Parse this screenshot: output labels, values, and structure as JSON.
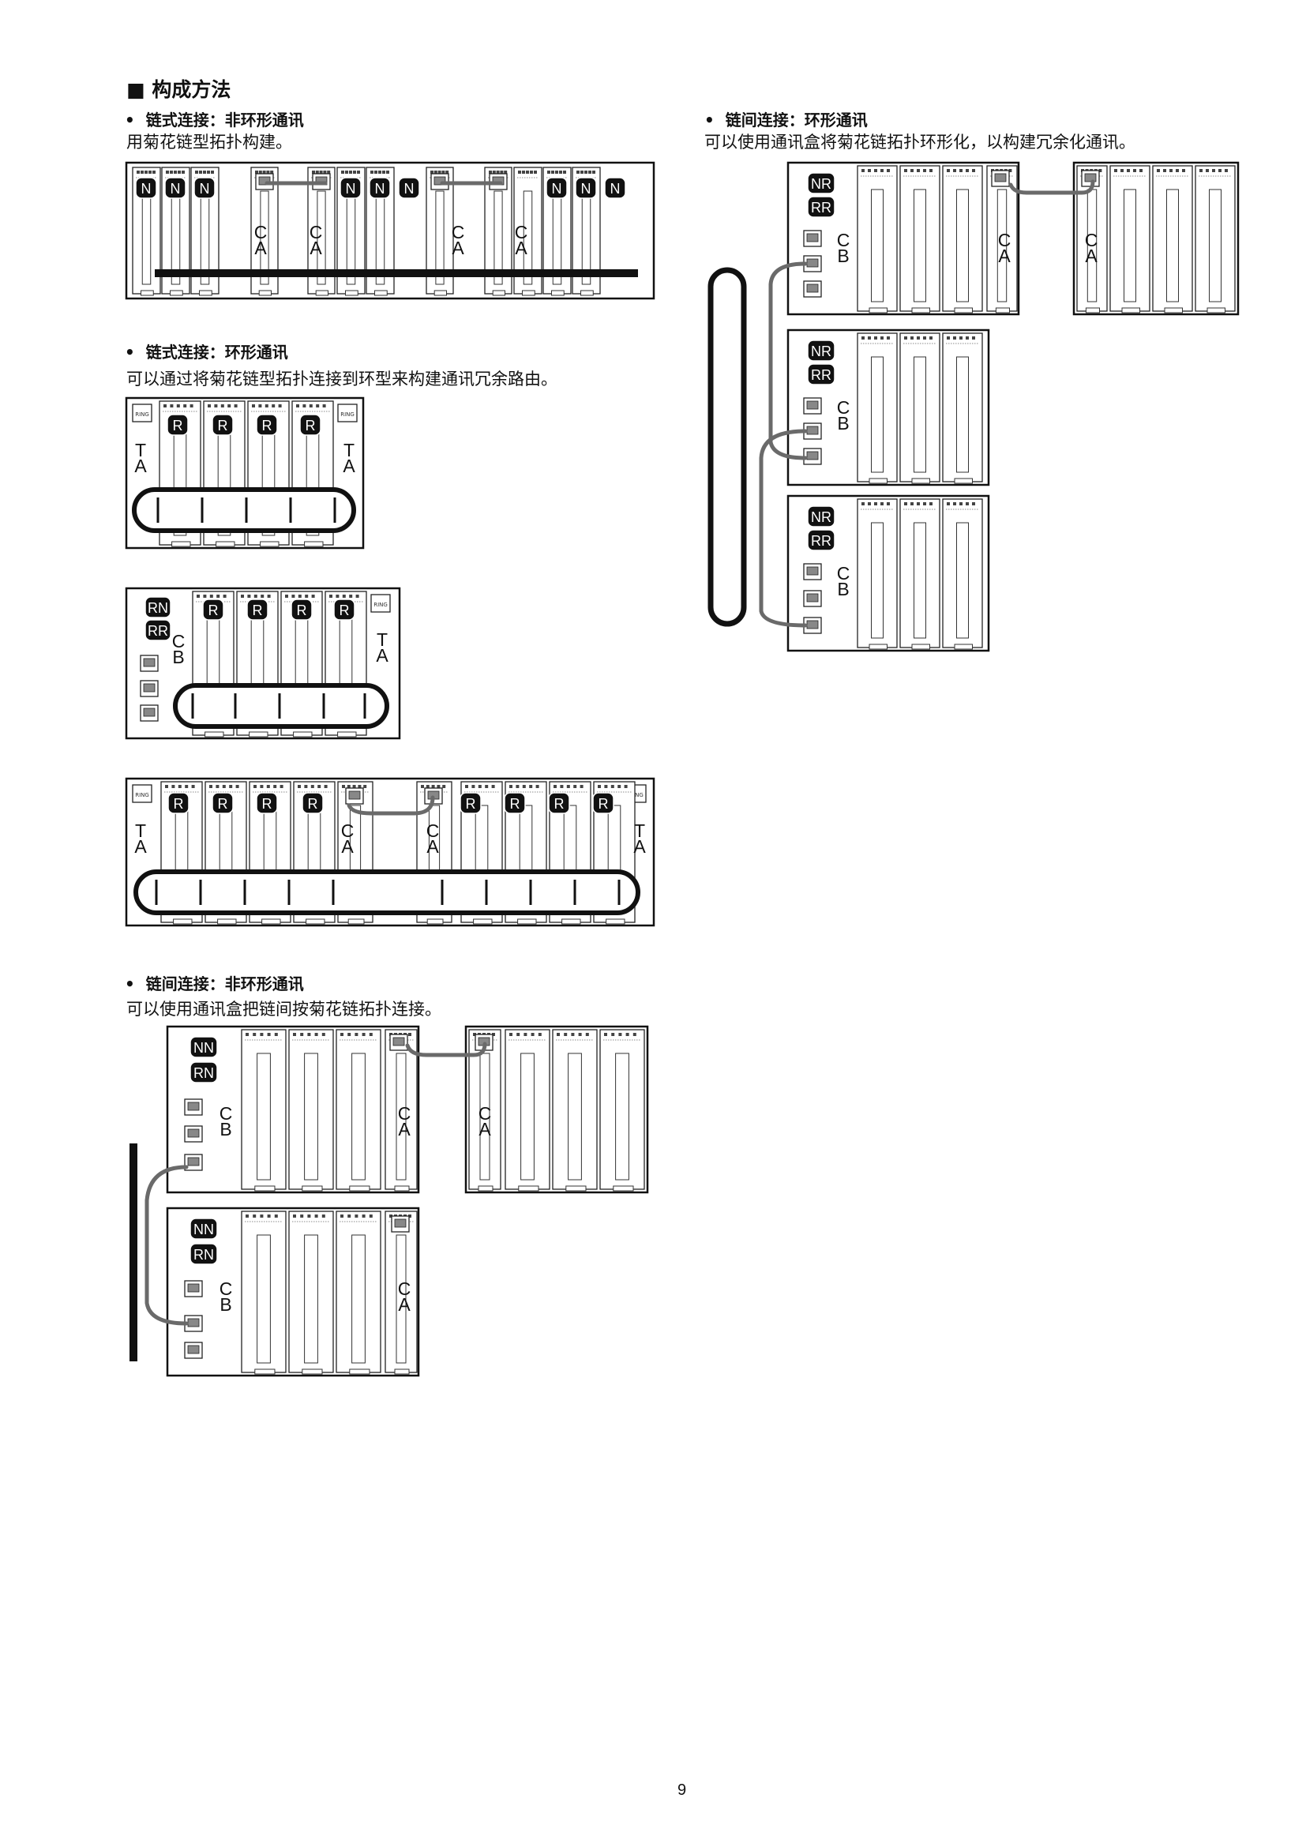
{
  "section_title": "构成方法",
  "blocks": {
    "daisy_nonring": {
      "bullet": "链式连接：非环形通讯",
      "desc": "用菊花链型拓扑构建。",
      "badge": "N",
      "ca": [
        "C",
        "A"
      ]
    },
    "daisy_ring": {
      "bullet": "链式连接：环形通讯",
      "desc": "可以通过将菊花链型拓扑连接到环型来构建通讯冗余路由。",
      "badge": "R",
      "ta": [
        "T",
        "A"
      ],
      "ca": [
        "C",
        "A"
      ],
      "cb": [
        "C",
        "B"
      ],
      "ring_port": "RING",
      "rn_badge": "RN",
      "rr_badge": "RR"
    },
    "inter_nonring": {
      "bullet": "链间连接：非环形通讯",
      "desc": "可以使用通讯盒把链间按菊花链拓扑连接。",
      "nn_badge": "NN",
      "rn_badge": "RN",
      "cb": [
        "C",
        "B"
      ],
      "ca": [
        "C",
        "A"
      ]
    },
    "inter_ring": {
      "bullet": "链间连接：环形通讯",
      "desc": "可以使用通讯盒将菊花链拓扑环形化，以构建冗余化通讯。",
      "nr_badge": "NR",
      "rr_badge": "RR",
      "cb": [
        "C",
        "B"
      ],
      "ca": [
        "C",
        "A"
      ]
    }
  },
  "page_number": "9",
  "colors": {
    "badge_fill": "#111111",
    "cable": "#6a6a6a",
    "frame": "#111111"
  }
}
